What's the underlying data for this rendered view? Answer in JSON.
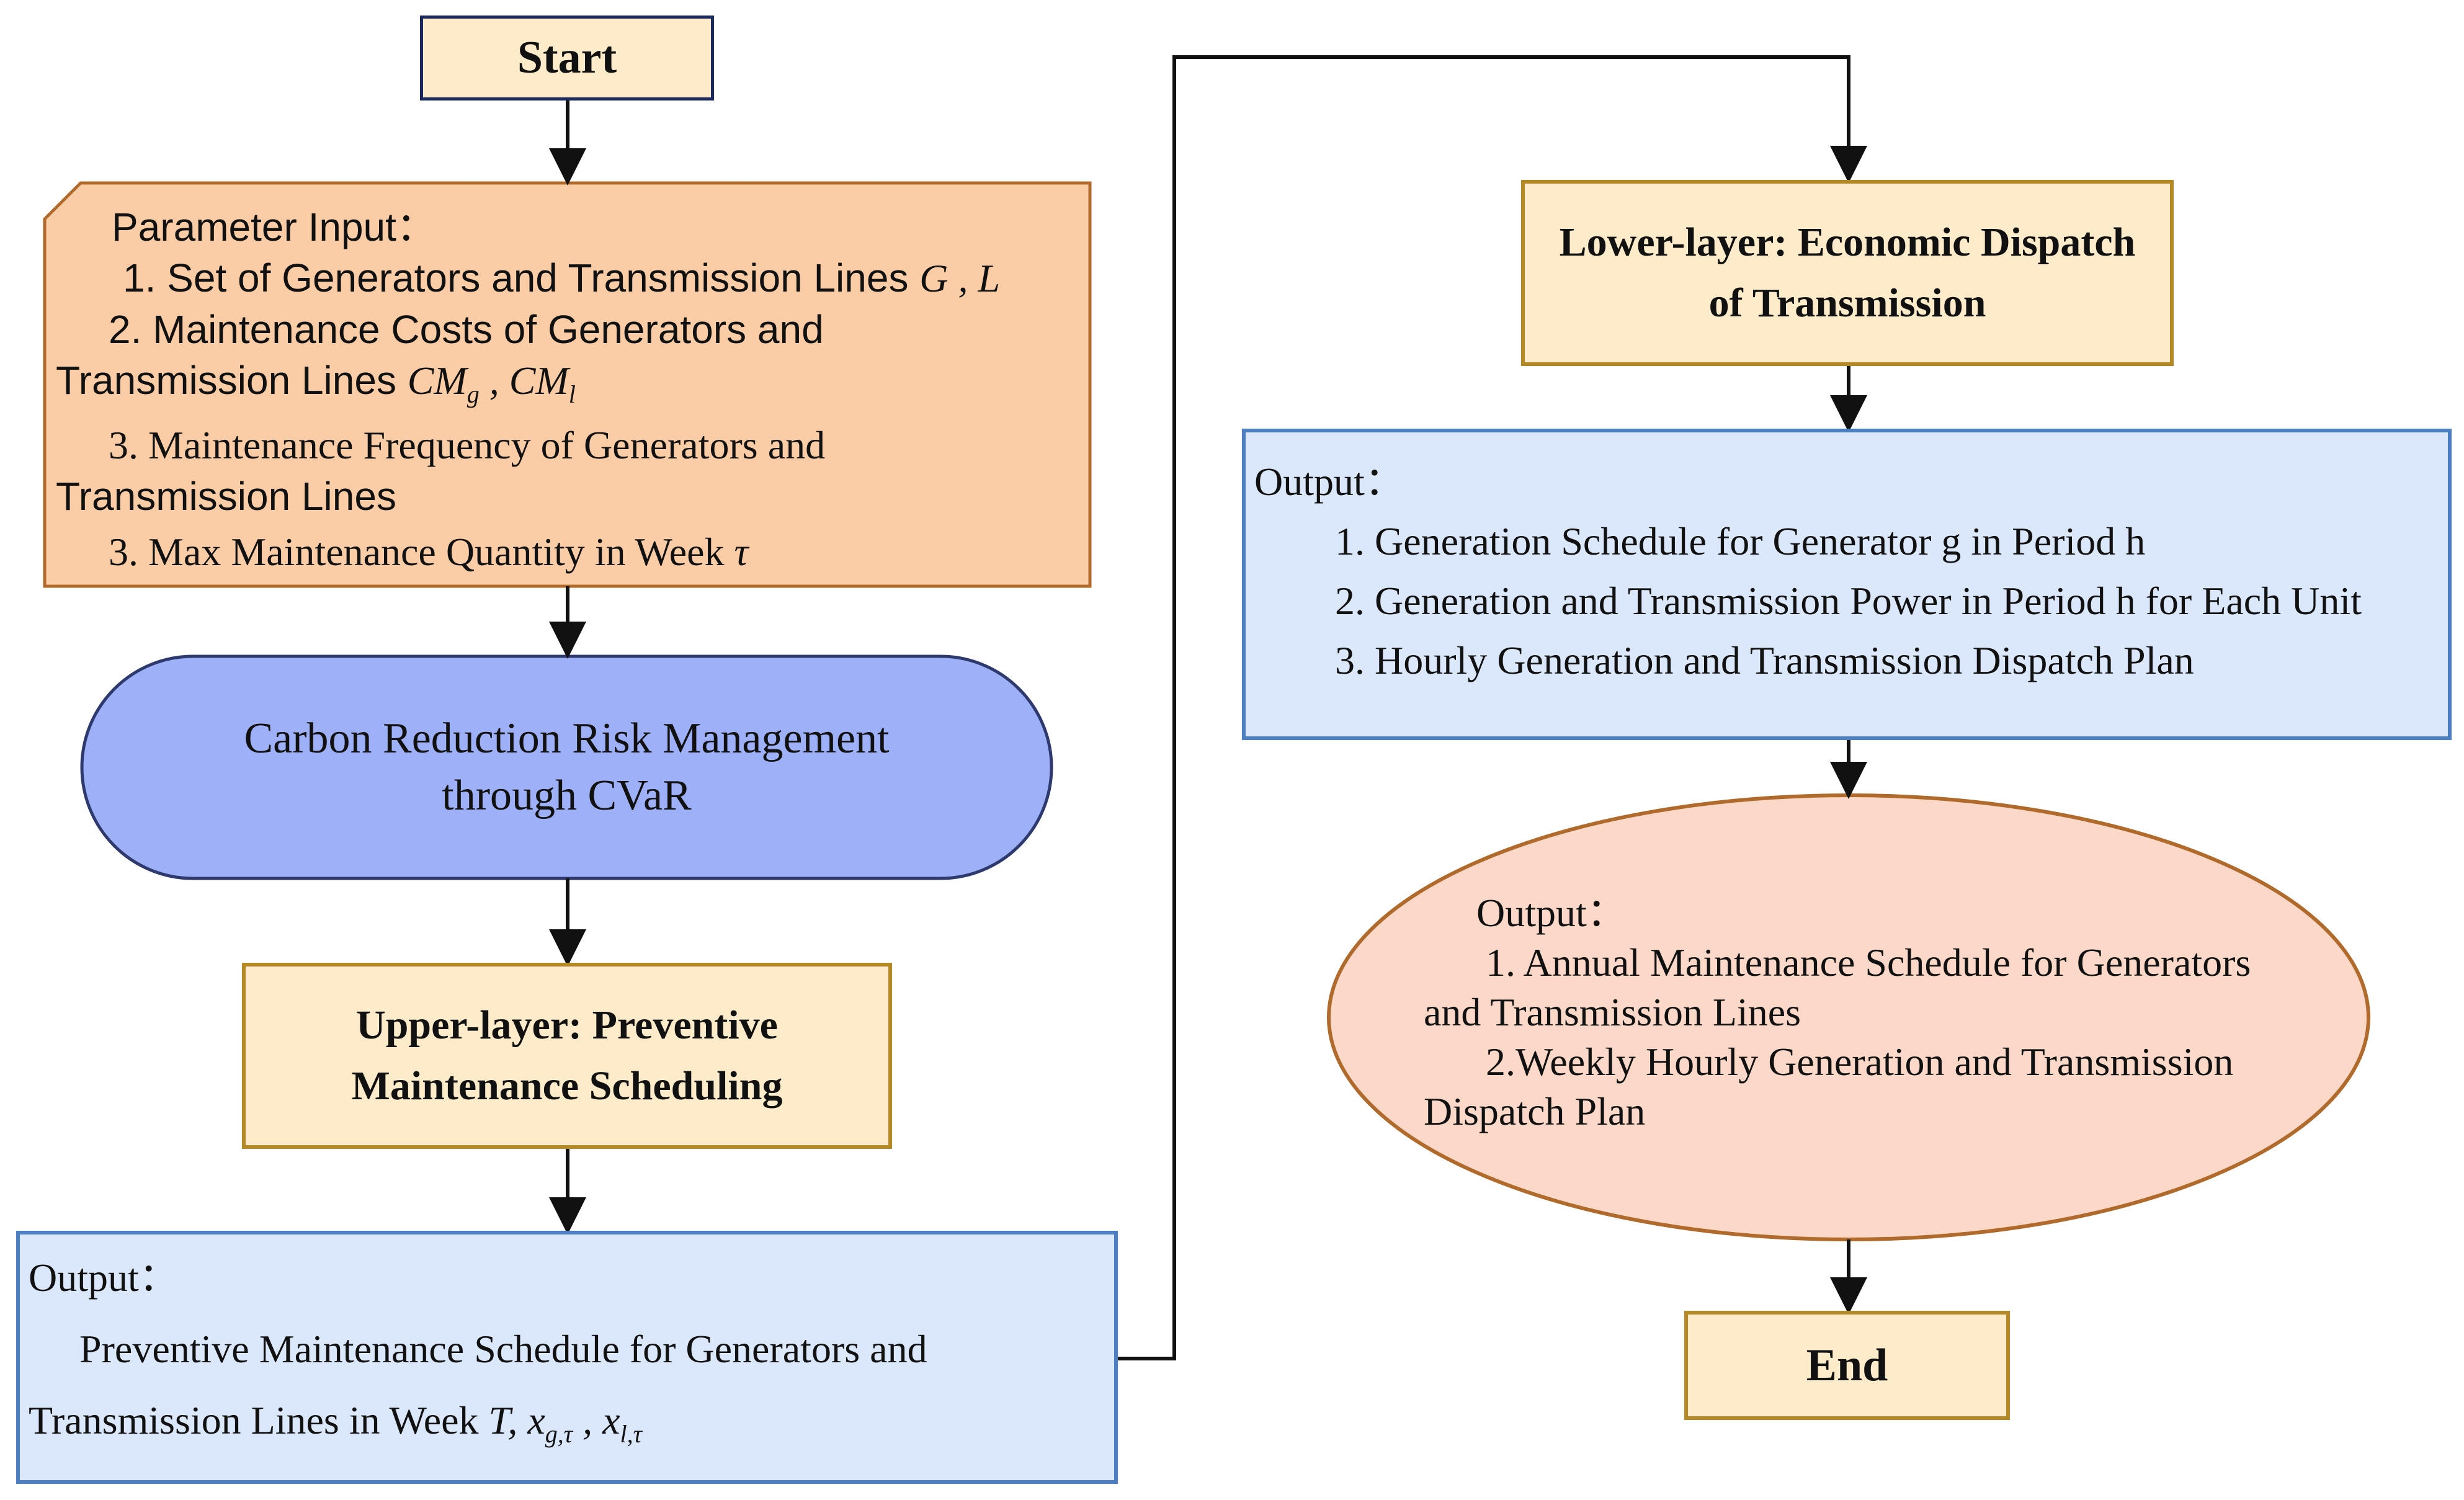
{
  "start": {
    "label": "Start"
  },
  "parameter_input": {
    "title": "Parameter Input：",
    "item1": {
      "text": "1. Set of Generators and Transmission Lines ",
      "symbol": "G , L"
    },
    "item2_line1": "2. Maintenance Costs of Generators and",
    "item2_line2": {
      "text": "Transmission Lines ",
      "symbol_a": "CM",
      "sub_a": "g",
      "sep": " , ",
      "symbol_b": "CM",
      "sub_b": "l"
    },
    "item3_line1": "3. Maintenance Frequency of Generators and",
    "item3_line2": "Transmission Lines",
    "item4": {
      "text": "3. Max Maintenance Quantity in Week ",
      "symbol": "τ"
    }
  },
  "risk_management": {
    "line1": "Carbon Reduction Risk Management",
    "line2": "through CVaR"
  },
  "upper_layer": {
    "line1": "Upper-layer: Preventive",
    "line2": "Maintenance Scheduling"
  },
  "upper_output": {
    "title": "Output：",
    "line1": "Preventive Maintenance Schedule for Generators and",
    "line2_text": "Transmission Lines in Week ",
    "line2_symbol_t": "T",
    "line2_sep1": ", ",
    "x1": "x",
    "x1_sub": "g,τ",
    "line2_sep2": " , ",
    "x2": "x",
    "x2_sub": "l,τ"
  },
  "lower_layer": {
    "line1": "Lower-layer: Economic Dispatch",
    "line2": "of Transmission"
  },
  "lower_output": {
    "title": "Output：",
    "items": [
      "1. Generation Schedule for Generator g in Period h",
      "2. Generation and Transmission Power in Period h for Each Unit",
      "3. Hourly Generation and Transmission Dispatch Plan"
    ]
  },
  "final_output": {
    "title": "Output：",
    "item1_line1": "1. Annual Maintenance Schedule for Generators",
    "item1_line2": "and Transmission Lines",
    "item2_line1": "2.Weekly Hourly Generation and Transmission",
    "item2_line2": "Dispatch Plan"
  },
  "end": {
    "label": "End"
  },
  "colors": {
    "terminal_fill": "#fdebc9",
    "terminal_border": "#1b2a5e",
    "param_fill": "#fbcda7",
    "param_border": "#b06a2c",
    "risk_fill": "#9eb0f7",
    "risk_border": "#2e3a6e",
    "yellow_fill": "#fdebc9",
    "yellow_border": "#b58a26",
    "output_fill": "#dbe8fb",
    "output_border": "#4c7fc2",
    "ellipse_fill": "#fbd8c8",
    "ellipse_border": "#b06a2c",
    "connector": "#111111"
  }
}
